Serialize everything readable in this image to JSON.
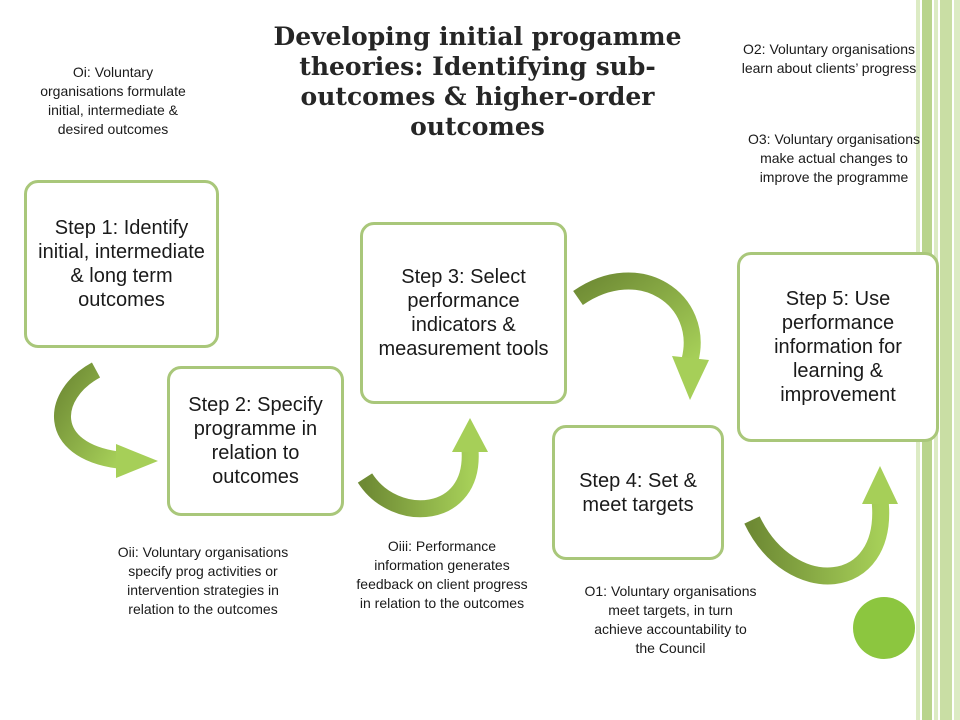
{
  "title": "Developing initial progamme theories: Identifying sub-outcomes & higher-order outcomes",
  "steps": [
    {
      "id": "step1",
      "label": "Step 1: Identify initial, intermediate & long term outcomes"
    },
    {
      "id": "step2",
      "label": "Step 2: Specify programme in relation to outcomes"
    },
    {
      "id": "step3",
      "label": "Step 3: Select performance indicators & measurement tools"
    },
    {
      "id": "step4",
      "label": "Step 4: Set & meet targets"
    },
    {
      "id": "step5",
      "label": "Step 5: Use performance information for learning & improvement"
    }
  ],
  "notes": {
    "oi": "Oi: Voluntary organisations formulate initial, intermediate & desired outcomes",
    "oii": "Oii: Voluntary organisations specify prog activities or intervention strategies in relation to the outcomes",
    "oiii": "Oiii: Performance information generates feedback on client progress in relation to the outcomes",
    "o1": "O1: Voluntary organisations meet targets, in turn achieve accountability to the Council",
    "o2": "O2: Voluntary organisations learn about clients’ progress",
    "o3": "O3: Voluntary organisations make actual changes to improve the programme"
  },
  "colors": {
    "box_border": "#a9c77a",
    "arrow_light": "#a6cf58",
    "arrow_dark": "#6e8a34",
    "accent_dot": "#8cc63f",
    "stripe_light": "#dcebc4",
    "stripe_mid": "#b9d48c"
  },
  "arrows": [
    {
      "from": "step1",
      "to": "step2"
    },
    {
      "from": "step2",
      "to": "step3"
    },
    {
      "from": "step3",
      "to": "step4"
    },
    {
      "from": "step4",
      "to": "step5"
    }
  ],
  "decorations": {
    "accent_dot": "green-circle",
    "side_stripes": "green-vertical-stripes"
  }
}
